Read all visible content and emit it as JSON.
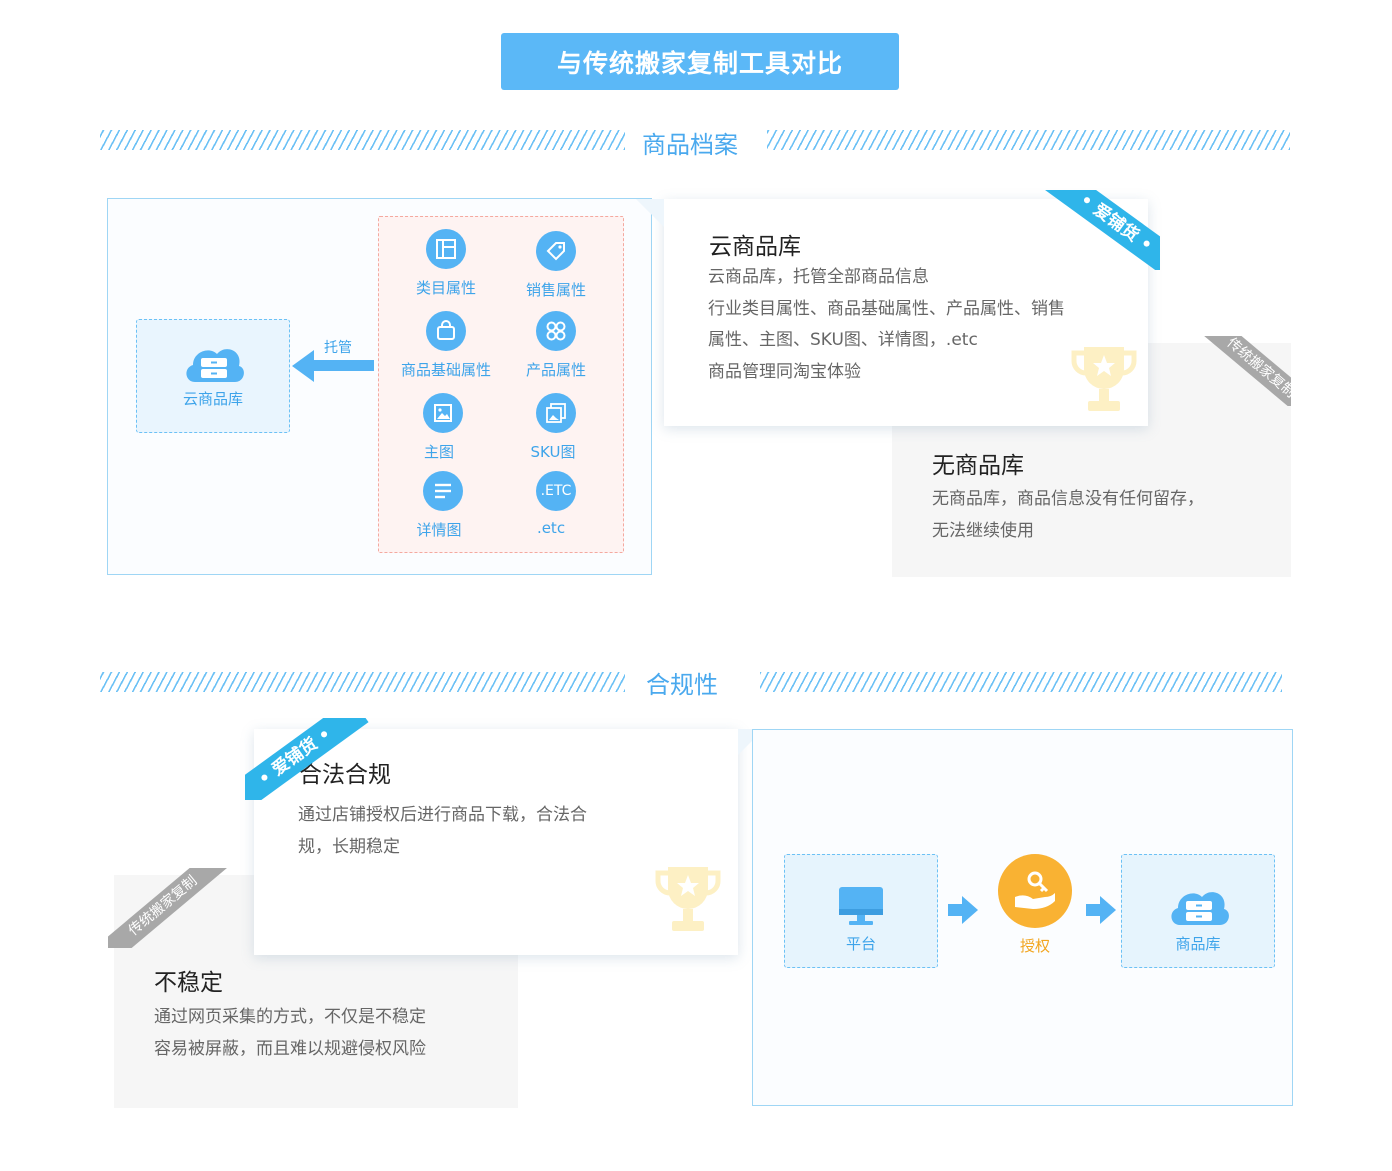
{
  "page_title": "与传统搬家复制工具对比",
  "sections": {
    "archive": {
      "title": "商品档案",
      "cloud_label": "云商品库",
      "arrow_label": "托管",
      "attributes": [
        {
          "label": "类目属性",
          "icon": "layout-icon"
        },
        {
          "label": "销售属性",
          "icon": "tag-icon"
        },
        {
          "label": "商品基础属性",
          "icon": "bag-icon"
        },
        {
          "label": "产品属性",
          "icon": "grid-icon"
        },
        {
          "label": "主图",
          "icon": "image-icon"
        },
        {
          "label": "SKU图",
          "icon": "images-icon"
        },
        {
          "label": "详情图",
          "icon": "list-icon"
        },
        {
          "label": ".etc",
          "icon": "etc-icon",
          "icon_text": ".ETC"
        }
      ],
      "card": {
        "ribbon": "• 爱铺货 •",
        "title": "云商品库",
        "lines": [
          "云商品库，托管全部商品信息",
          "行业类目属性、商品基础属性、产品属性、销售",
          "属性、主图、SKU图、详情图，.etc",
          "商品管理同淘宝体验"
        ]
      },
      "gray_card": {
        "ribbon": "传统搬家复制",
        "title": "无商品库",
        "lines": [
          "无商品库，商品信息没有任何留存，",
          "无法继续使用"
        ]
      }
    },
    "compliance": {
      "title": "合规性",
      "card": {
        "ribbon": "• 爱铺货 •",
        "title": "合法合规",
        "lines": [
          "通过店铺授权后进行商品下载，合法合",
          "规，长期稳定"
        ]
      },
      "gray_card": {
        "ribbon": "传统搬家复制",
        "title": "不稳定",
        "lines": [
          "通过网页采集的方式，不仅是不稳定",
          "容易被屏蔽，而且难以规避侵权风险"
        ]
      },
      "flow": {
        "platform": "平台",
        "auth": "授权",
        "store": "商品库"
      }
    }
  },
  "colors": {
    "accent": "#5bb8f7",
    "ribbon_blue": "#2fb5ea",
    "ribbon_gray": "#a8a8a8",
    "auth_orange": "#f9b233"
  }
}
